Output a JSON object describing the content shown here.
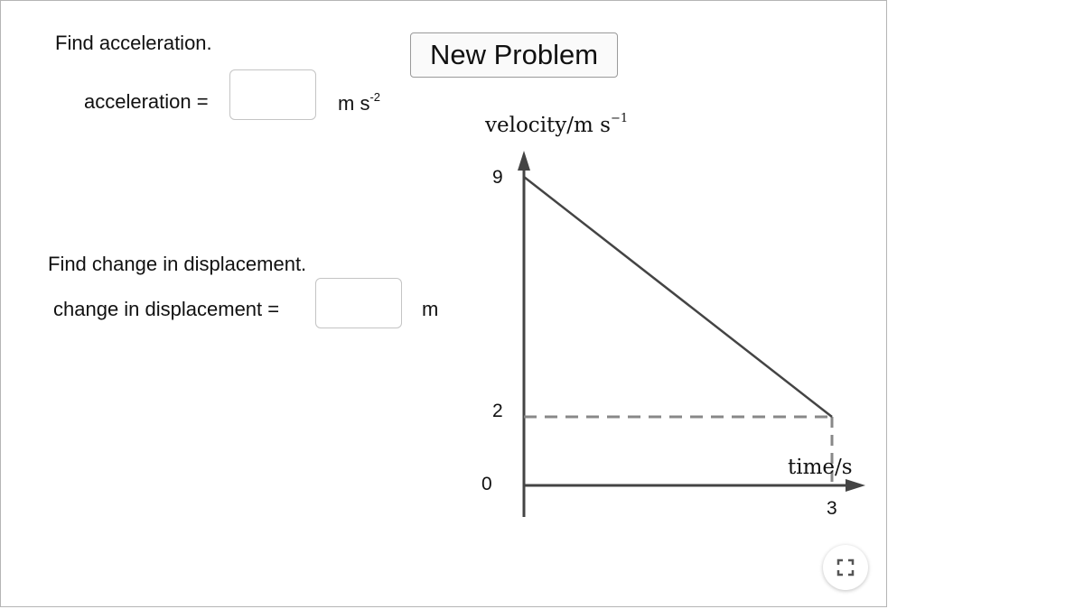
{
  "panel": {
    "q1_prompt": "Find acceleration.",
    "q1_label": "acceleration =",
    "q1_value": "",
    "q1_unit_base": "m s",
    "q1_unit_exp": "-2",
    "q2_prompt": "Find change in displacement.",
    "q2_label": "change in displacement =",
    "q2_value": "",
    "q2_unit": "m",
    "new_problem_label": "New Problem"
  },
  "chart_data": {
    "type": "line",
    "ylabel": "velocity/m s",
    "ylabel_exp": "−1",
    "xlabel": "time/s",
    "x_ticks": [
      "3"
    ],
    "y_ticks": [
      "0",
      "2",
      "9"
    ],
    "series": [
      {
        "x": [
          0,
          3
        ],
        "y": [
          9,
          2
        ]
      }
    ],
    "guides": [
      {
        "from": [
          0,
          2
        ],
        "to": [
          3,
          2
        ],
        "style": "dashed"
      },
      {
        "from": [
          3,
          2
        ],
        "to": [
          3,
          0
        ],
        "style": "dashed"
      }
    ],
    "xlim": [
      0,
      3
    ],
    "ylim": [
      0,
      9
    ]
  },
  "controls": {
    "fullscreen_icon": "fullscreen-icon"
  }
}
